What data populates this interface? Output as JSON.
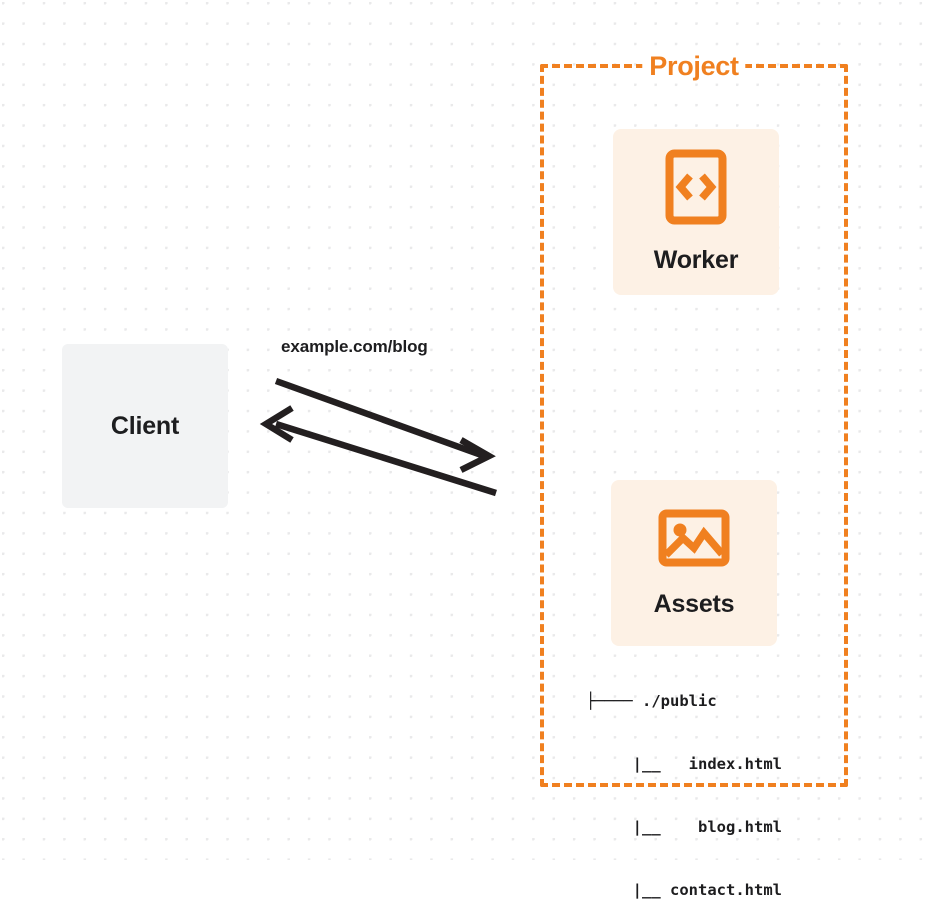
{
  "diagram": {
    "background": "dot-grid",
    "colors": {
      "accent_orange": "#f08020",
      "card_background": "#fdf1e5",
      "client_background": "#f2f3f4",
      "text_dark": "#1d1d1f",
      "grid_dot": "#e9e9ea",
      "arrow": "#231f20"
    },
    "client": {
      "label": "Client"
    },
    "project": {
      "title": "Project",
      "border_style": "dashed",
      "nodes": [
        {
          "id": "worker",
          "label": "Worker",
          "icon": "code-file-icon"
        },
        {
          "id": "assets",
          "label": "Assets",
          "icon": "image-icon"
        }
      ]
    },
    "file_tree": {
      "rows": [
        {
          "prefix": "├──",
          "name": "./public",
          "depth": 0
        },
        {
          "prefix": "|__",
          "name": "index.html",
          "depth": 1
        },
        {
          "prefix": "|__",
          "name": "blog.html",
          "depth": 1
        },
        {
          "prefix": "|__",
          "name": "contact.html",
          "depth": 1
        }
      ],
      "lines": [
        "├──── ./public",
        "  |__   index.html",
        "  |__    blog.html",
        "  |__ contact.html"
      ]
    },
    "connection": {
      "label": "example.com/blog",
      "arrows": [
        {
          "id": "request-arrow",
          "direction": "client-to-project"
        },
        {
          "id": "response-arrow",
          "direction": "project-to-client"
        }
      ]
    }
  }
}
